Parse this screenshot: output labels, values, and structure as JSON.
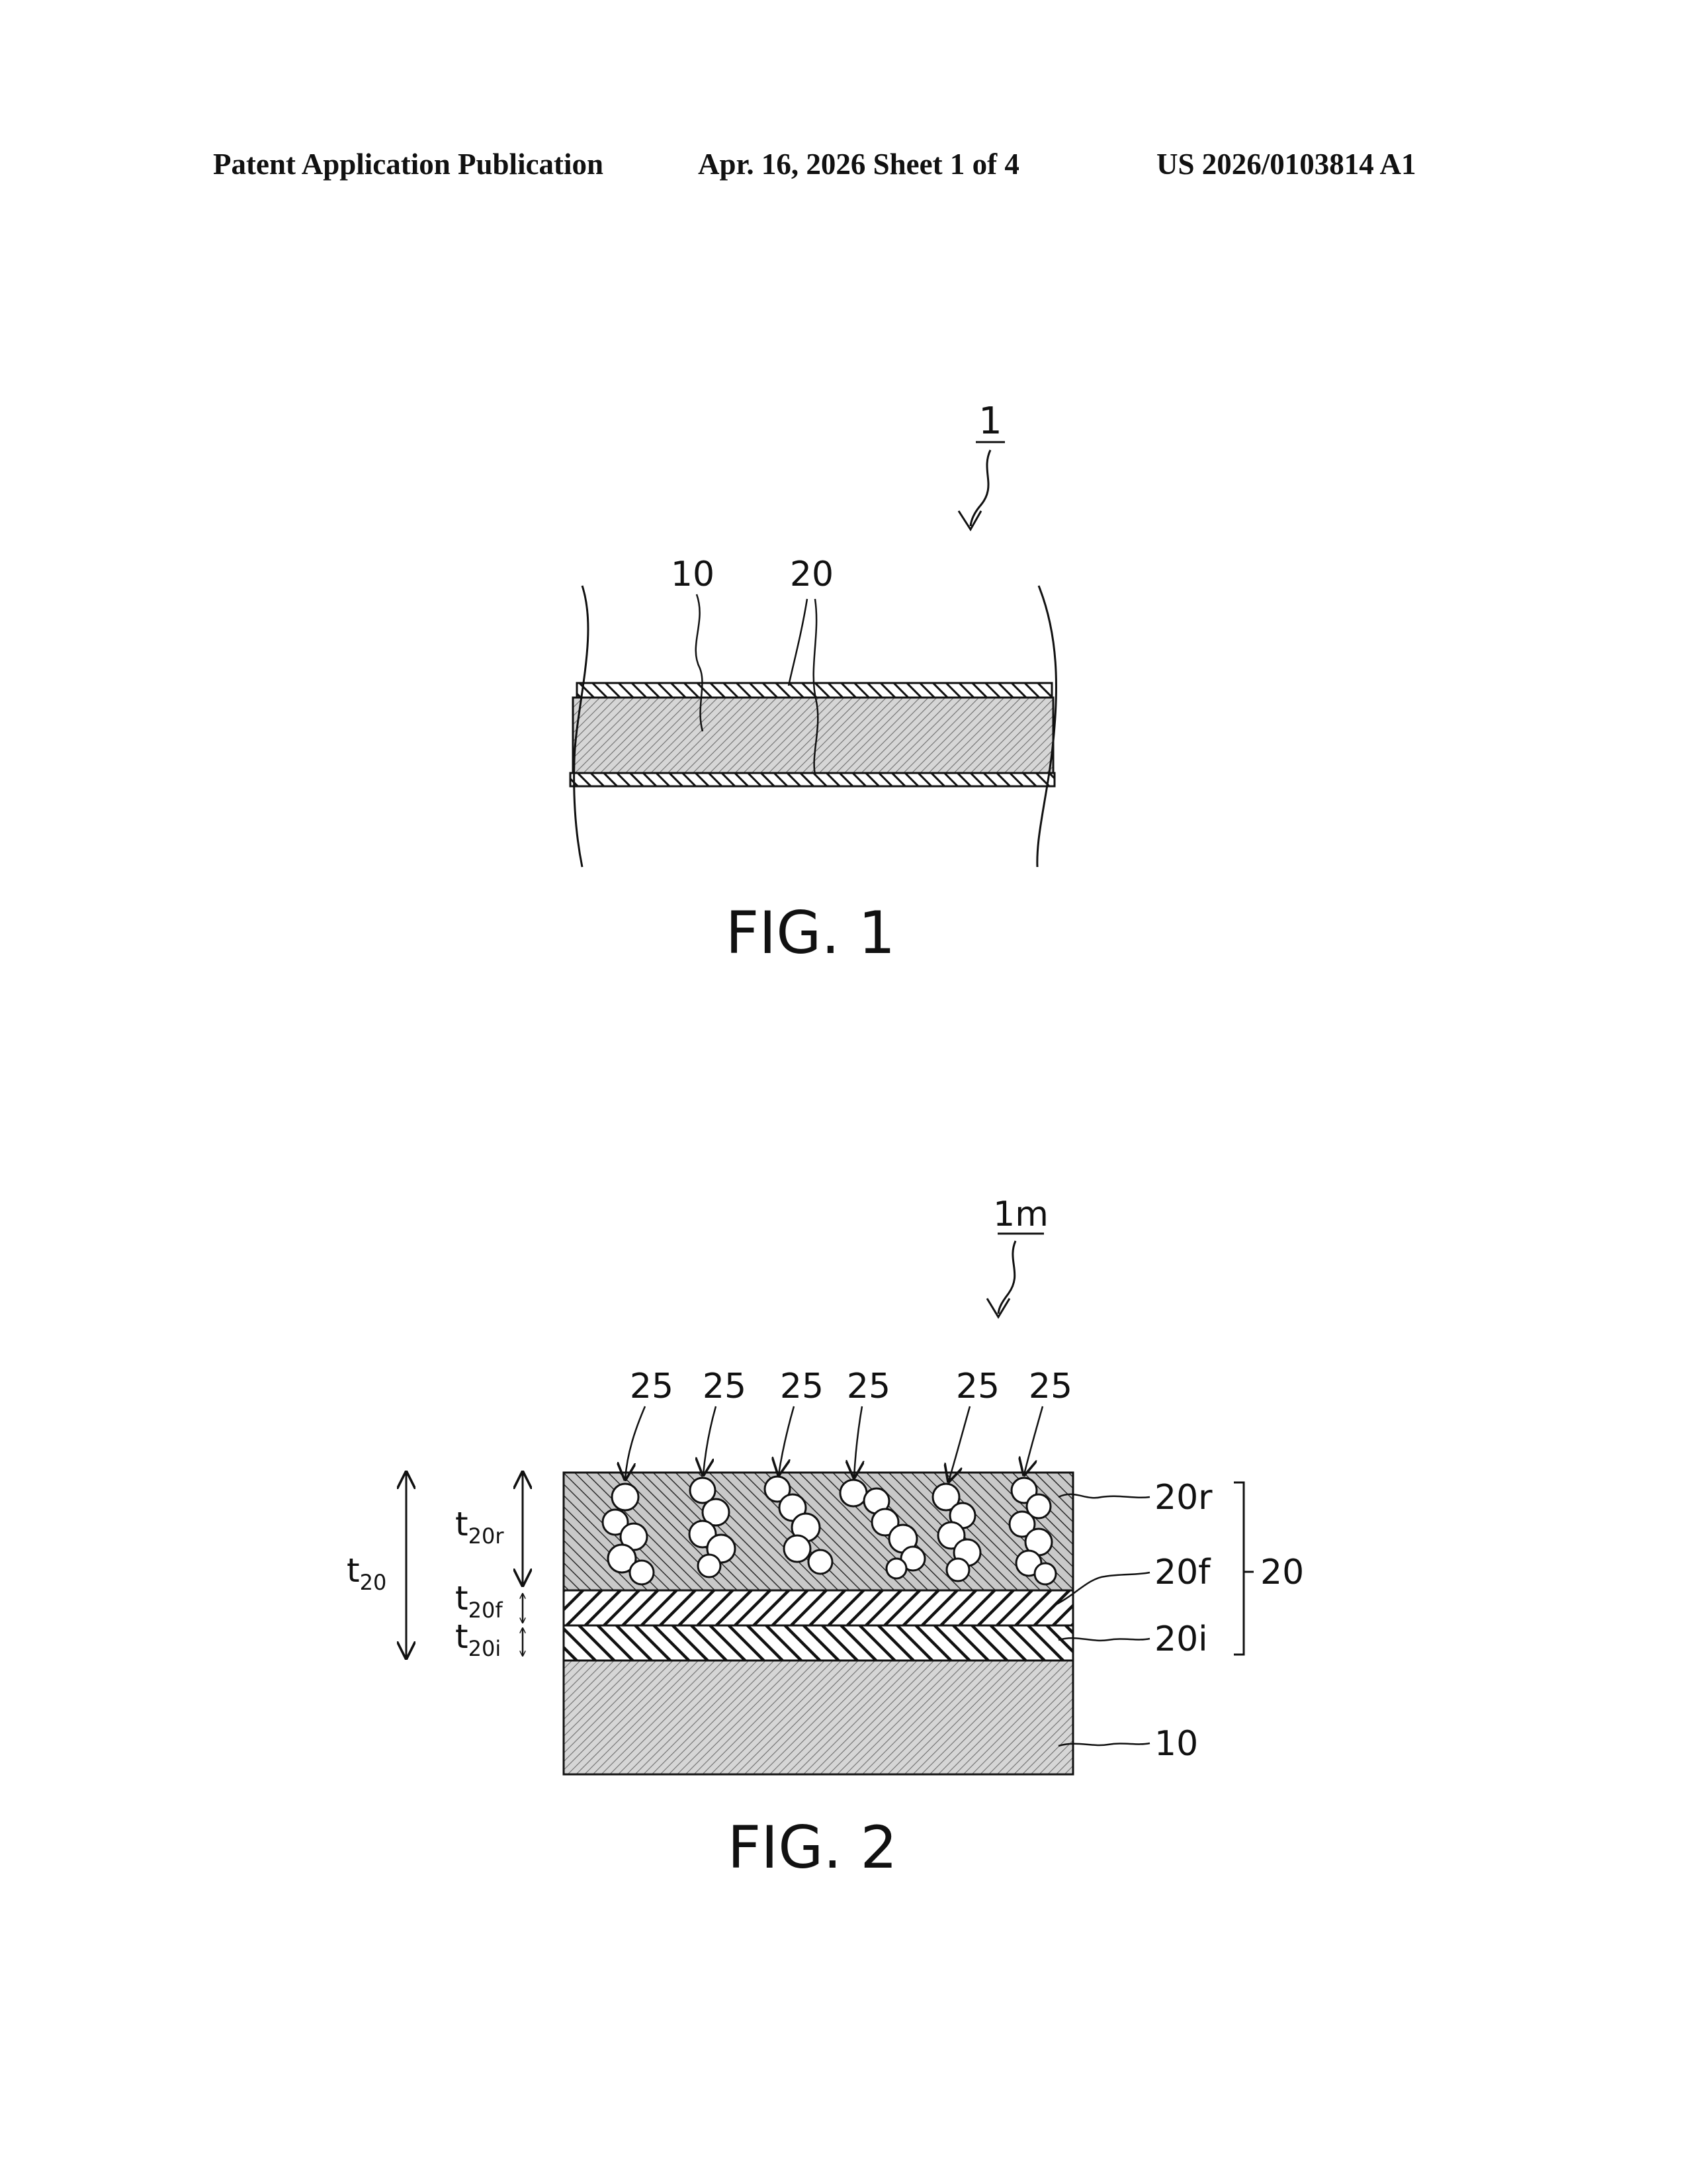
{
  "header": {
    "left": "Patent Application Publication",
    "middle": "Apr. 16, 2026  Sheet 1 of 4",
    "right": "US 2026/0103814 A1"
  },
  "fig1": {
    "caption": "FIG. 1",
    "ref_device": "1",
    "ref_substrate": "10",
    "ref_coating": "20"
  },
  "fig2": {
    "caption": "FIG. 2",
    "ref_device": "1m",
    "ref_pores": [
      "25",
      "25",
      "25",
      "25",
      "25",
      "25"
    ],
    "ref_rough_layer": "20r",
    "ref_film_layer": "20f",
    "ref_interface_layer": "20i",
    "ref_coating": "20",
    "ref_substrate": "10",
    "thickness_total": {
      "main": "t",
      "sub": "20"
    },
    "thickness_rough": {
      "main": "t",
      "sub": "20r"
    },
    "thickness_film": {
      "main": "t",
      "sub": "20f"
    },
    "thickness_interface": {
      "main": "t",
      "sub": "20i"
    }
  }
}
